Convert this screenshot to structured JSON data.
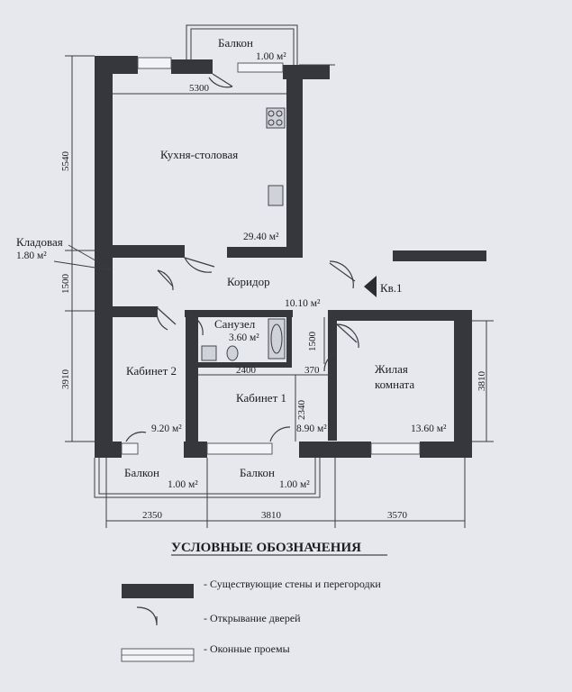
{
  "plan": {
    "apartment_label": "Кв.1",
    "rooms": {
      "kitchen": {
        "name": "Кухня-столовая",
        "area": "29.40 м²"
      },
      "pantry": {
        "name": "Кладовая",
        "area": "1.80 м²"
      },
      "corridor": {
        "name": "Коридор",
        "area": "10.10 м²"
      },
      "bathroom": {
        "name": "Санузел",
        "area": "3.60 м²"
      },
      "study2": {
        "name": "Кабинет 2",
        "area": "9.20 м²"
      },
      "study1": {
        "name": "Кабинет 1",
        "area": "8.90 м²"
      },
      "living": {
        "name": "Жилая",
        "name2": "комната",
        "area": "13.60 м²"
      },
      "balcony_top": {
        "name": "Балкон",
        "area": "1.00 м²"
      },
      "balcony_left": {
        "name": "Балкон",
        "area": "1.00 м²"
      },
      "balcony_mid": {
        "name": "Балкон",
        "area": "1.00 м²"
      }
    },
    "dimensions": {
      "kitchen_width": "5300",
      "left_top": "5540",
      "left_mid": "1500",
      "left_bottom": "3910",
      "right": "3810",
      "bath_width": "2400",
      "bath_small": "370",
      "bath_height": "1500",
      "study1_height": "2340",
      "bottom_left": "2350",
      "bottom_mid": "3810",
      "bottom_right": "3570"
    }
  },
  "legend": {
    "title": "УСЛОВНЫЕ ОБОЗНАЧЕНИЯ",
    "walls": "- Существующие стены и перегородки",
    "doors": "- Открывание дверей",
    "windows": "- Оконные проемы"
  }
}
